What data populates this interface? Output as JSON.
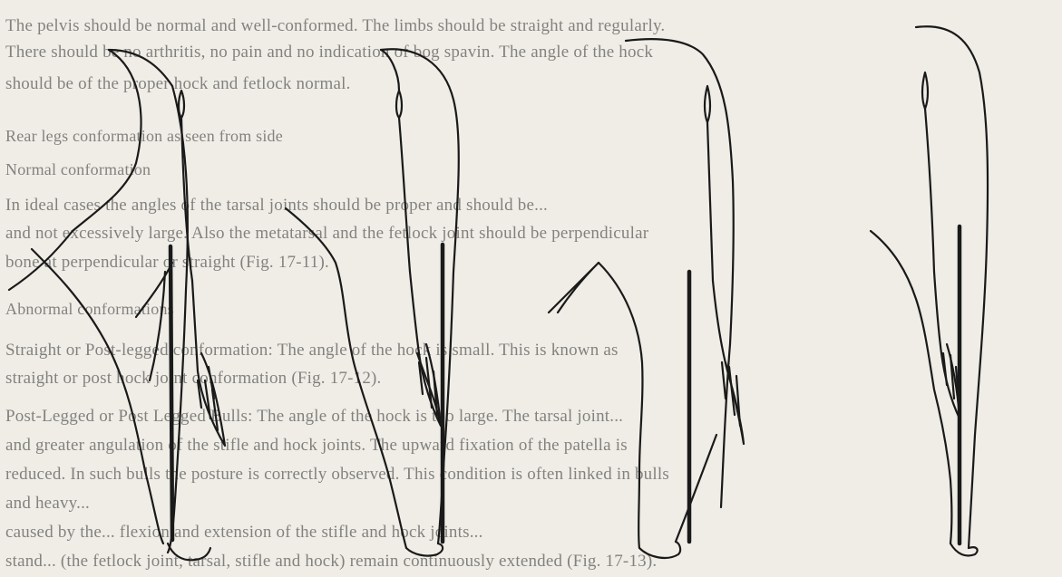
{
  "background": "#efede6",
  "ink": "#1a1a1a",
  "text_lines": [
    "The pelvis should be normal and well-conformed. The limbs should be straight and regularly.",
    "There should be no arthritis, no pain and no indication of bog spavin. The angle of the hock",
    "should be of the proper hock and fetlock normal.",
    "Rear legs conformation as seen from side",
    "Normal conformation",
    "In ideal cases the angles of the tarsal joints should be proper and should be...",
    "and not excessively large. Also the metatarsal and the fetlock joint should be perpendicular",
    "bone at perpendicular or straight (Fig. 17-11).",
    "Abnormal conformations",
    "Straight or Post-legged conformation: The angle of the hock is small. This is known as",
    "straight or post hock joint conformation (Fig. 17-12).",
    "Post-Legged or Post Legged Bulls: The angle of the hock is too large. The tarsal joint...",
    "and greater angulation of the stifle and hock joints. The upward fixation of the patella is",
    "reduced. In such bulls the posture is correctly observed. This condition is often linked in bulls",
    "and heavy...",
    "caused by the... flexion and extension of the stifle and hock joints...",
    "stand... (the fetlock joint, tarsal, stifle and hock) remain continuously extended (Fig. 17-13)."
  ],
  "figure": {
    "panel_count": 4,
    "description_icon": "hind-limb-line-drawings"
  }
}
